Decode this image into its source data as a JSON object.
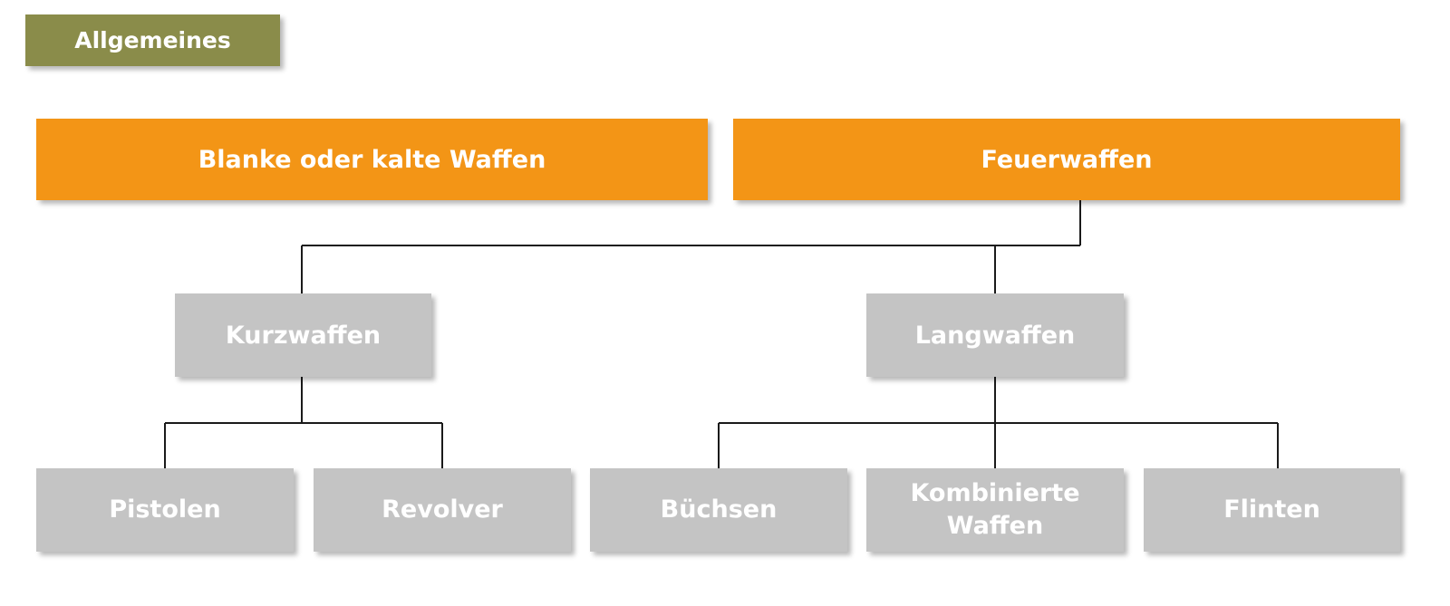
{
  "colors": {
    "tag_bg": "#8a8c4a",
    "top_bg": "#f39516",
    "node_bg": "#c4c4c4",
    "connector": "#1a1a1a"
  },
  "tag": {
    "label": "Allgemeines"
  },
  "top_row": {
    "blank": "Blanke oder kalte Waffen",
    "fire": "Feuerwaffen"
  },
  "mid_row": {
    "short": "Kurzwaffen",
    "long": "Langwaffen"
  },
  "leaves": {
    "pistolen": "Pistolen",
    "revolver": "Revolver",
    "buechsen": "Büchsen",
    "kombinierte_line1": "Kombinierte",
    "kombinierte_line2": "Waffen",
    "flinten": "Flinten"
  }
}
